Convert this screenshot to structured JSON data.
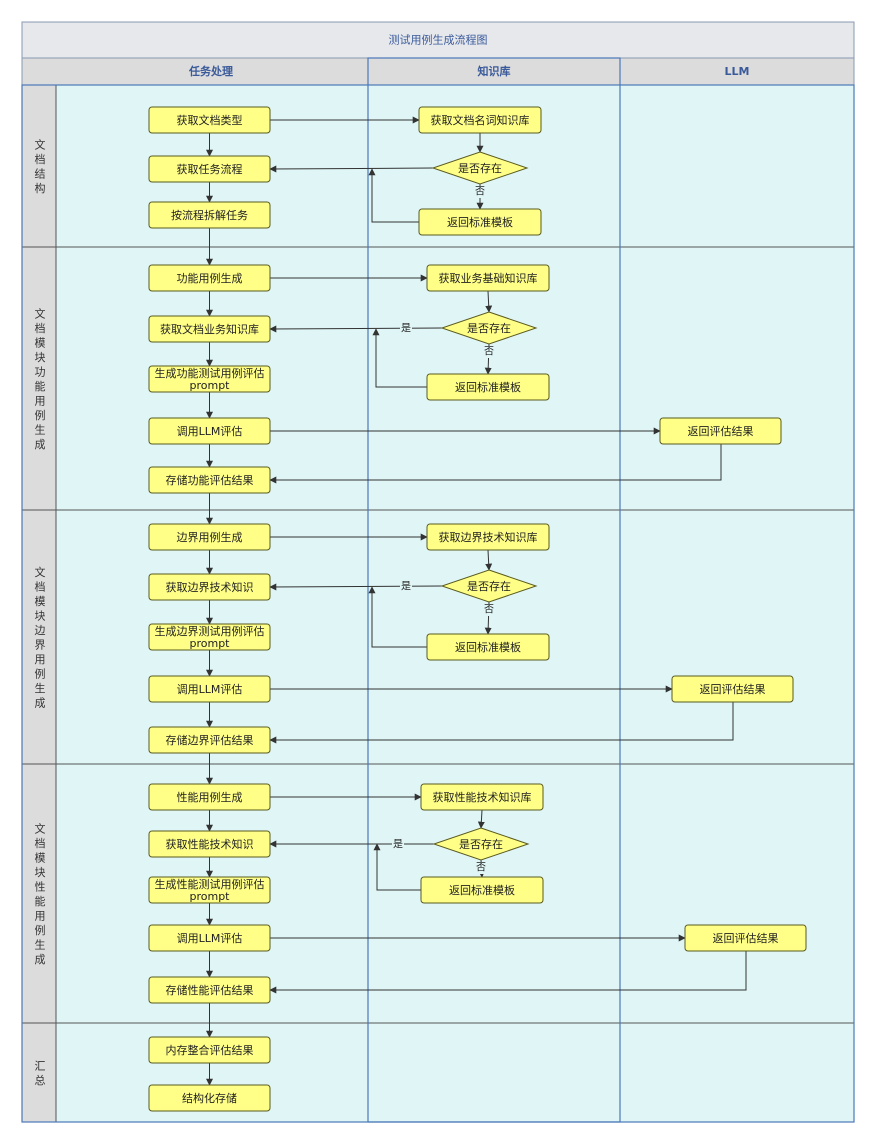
{
  "title": "测试用例生成流程图",
  "columns": [
    "任务处理",
    "知识库",
    "LLM"
  ],
  "rows": [
    {
      "id": "r1",
      "label": "文档结构"
    },
    {
      "id": "r2",
      "label": "文档模块功能用例生成"
    },
    {
      "id": "r3",
      "label": "文档模块边界用例生成"
    },
    {
      "id": "r4",
      "label": "文档模块性能用例生成"
    },
    {
      "id": "r5",
      "label": "汇总"
    }
  ],
  "nodes": [
    {
      "id": "n1",
      "text": "获取文档类型",
      "shape": "process"
    },
    {
      "id": "n2",
      "text": "获取任务流程",
      "shape": "process"
    },
    {
      "id": "n3",
      "text": "按流程拆解任务",
      "shape": "process"
    },
    {
      "id": "k1",
      "text": "获取文档名词知识库",
      "shape": "process"
    },
    {
      "id": "d1",
      "text": "是否存在",
      "shape": "decision"
    },
    {
      "id": "t1",
      "text": "返回标准模板",
      "shape": "process"
    },
    {
      "id": "f1",
      "text": "功能用例生成",
      "shape": "process"
    },
    {
      "id": "f2",
      "text": "获取文档业务知识库",
      "shape": "process"
    },
    {
      "id": "f3",
      "text": "生成功能测试用例评估prompt",
      "shape": "process"
    },
    {
      "id": "f4",
      "text": "调用LLM评估",
      "shape": "process"
    },
    {
      "id": "f5",
      "text": "存储功能评估结果",
      "shape": "process"
    },
    {
      "id": "k2",
      "text": "获取业务基础知识库",
      "shape": "process"
    },
    {
      "id": "d2",
      "text": "是否存在",
      "shape": "decision"
    },
    {
      "id": "t2",
      "text": "返回标准模板",
      "shape": "process"
    },
    {
      "id": "l2",
      "text": "返回评估结果",
      "shape": "process"
    },
    {
      "id": "b1",
      "text": "边界用例生成",
      "shape": "process"
    },
    {
      "id": "b2",
      "text": "获取边界技术知识",
      "shape": "process"
    },
    {
      "id": "b3",
      "text": "生成边界测试用例评估prompt",
      "shape": "process"
    },
    {
      "id": "b4",
      "text": "调用LLM评估",
      "shape": "process"
    },
    {
      "id": "b5",
      "text": "存储边界评估结果",
      "shape": "process"
    },
    {
      "id": "k3",
      "text": "获取边界技术知识库",
      "shape": "process"
    },
    {
      "id": "d3",
      "text": "是否存在",
      "shape": "decision"
    },
    {
      "id": "t3",
      "text": "返回标准模板",
      "shape": "process"
    },
    {
      "id": "l3",
      "text": "返回评估结果",
      "shape": "process"
    },
    {
      "id": "p1",
      "text": "性能用例生成",
      "shape": "process"
    },
    {
      "id": "p2",
      "text": "获取性能技术知识",
      "shape": "process"
    },
    {
      "id": "p3",
      "text": "生成性能测试用例评估prompt",
      "shape": "process"
    },
    {
      "id": "p4",
      "text": "调用LLM评估",
      "shape": "process"
    },
    {
      "id": "p5",
      "text": "存储性能评估结果",
      "shape": "process"
    },
    {
      "id": "k4",
      "text": "获取性能技术知识库",
      "shape": "process"
    },
    {
      "id": "d4",
      "text": "是否存在",
      "shape": "decision"
    },
    {
      "id": "t4",
      "text": "返回标准模板",
      "shape": "process"
    },
    {
      "id": "l4",
      "text": "返回评估结果",
      "shape": "process"
    },
    {
      "id": "s1",
      "text": "内存整合评估结果",
      "shape": "process"
    },
    {
      "id": "s2",
      "text": "结构化存储",
      "shape": "process"
    }
  ],
  "edges": [
    {
      "from": "n1",
      "to": "k1",
      "label": ""
    },
    {
      "from": "k1",
      "to": "d1",
      "label": ""
    },
    {
      "from": "d1",
      "to": "n2",
      "label": ""
    },
    {
      "from": "d1",
      "to": "t1",
      "label": "否"
    },
    {
      "from": "t1",
      "to": "n2",
      "label": ""
    },
    {
      "from": "n1",
      "to": "n2",
      "label": ""
    },
    {
      "from": "n2",
      "to": "n3",
      "label": ""
    },
    {
      "from": "n3",
      "to": "f1",
      "label": ""
    },
    {
      "from": "f1",
      "to": "k2",
      "label": ""
    },
    {
      "from": "k2",
      "to": "d2",
      "label": ""
    },
    {
      "from": "d2",
      "to": "f2",
      "label": "是"
    },
    {
      "from": "d2",
      "to": "t2",
      "label": "否"
    },
    {
      "from": "t2",
      "to": "f2",
      "label": ""
    },
    {
      "from": "f1",
      "to": "f2",
      "label": ""
    },
    {
      "from": "f2",
      "to": "f3",
      "label": ""
    },
    {
      "from": "f3",
      "to": "f4",
      "label": ""
    },
    {
      "from": "f4",
      "to": "l2",
      "label": ""
    },
    {
      "from": "l2",
      "to": "f5",
      "label": ""
    },
    {
      "from": "f4",
      "to": "f5",
      "label": ""
    },
    {
      "from": "f5",
      "to": "b1",
      "label": ""
    },
    {
      "from": "b1",
      "to": "k3",
      "label": ""
    },
    {
      "from": "k3",
      "to": "d3",
      "label": ""
    },
    {
      "from": "d3",
      "to": "b2",
      "label": "是"
    },
    {
      "from": "d3",
      "to": "t3",
      "label": "否"
    },
    {
      "from": "t3",
      "to": "b2",
      "label": ""
    },
    {
      "from": "b1",
      "to": "b2",
      "label": ""
    },
    {
      "from": "b2",
      "to": "b3",
      "label": ""
    },
    {
      "from": "b3",
      "to": "b4",
      "label": ""
    },
    {
      "from": "b4",
      "to": "l3",
      "label": ""
    },
    {
      "from": "l3",
      "to": "b5",
      "label": ""
    },
    {
      "from": "b4",
      "to": "b5",
      "label": ""
    },
    {
      "from": "b5",
      "to": "p1",
      "label": ""
    },
    {
      "from": "p1",
      "to": "k4",
      "label": ""
    },
    {
      "from": "k4",
      "to": "d4",
      "label": ""
    },
    {
      "from": "d4",
      "to": "p2",
      "label": "是"
    },
    {
      "from": "d4",
      "to": "t4",
      "label": "否"
    },
    {
      "from": "t4",
      "to": "p2",
      "label": ""
    },
    {
      "from": "p1",
      "to": "p2",
      "label": ""
    },
    {
      "from": "p2",
      "to": "p3",
      "label": ""
    },
    {
      "from": "p3",
      "to": "p4",
      "label": ""
    },
    {
      "from": "p4",
      "to": "l4",
      "label": ""
    },
    {
      "from": "l4",
      "to": "p5",
      "label": ""
    },
    {
      "from": "p4",
      "to": "p5",
      "label": ""
    },
    {
      "from": "p5",
      "to": "s1",
      "label": ""
    },
    {
      "from": "s1",
      "to": "s2",
      "label": ""
    }
  ]
}
